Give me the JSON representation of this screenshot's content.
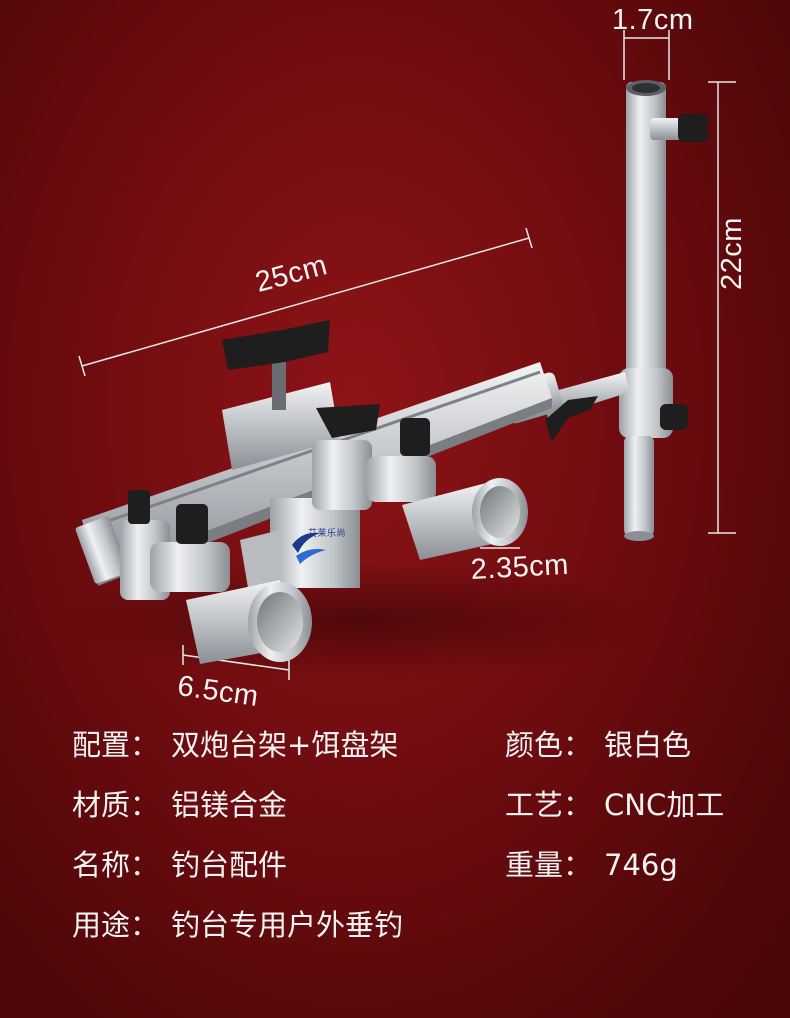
{
  "dimensions": {
    "top_width": "1.7cm",
    "length": "25cm",
    "height": "22cm",
    "small_tube": "2.35cm",
    "large_tube": "6.5cm"
  },
  "logo_text": "艾莱乐尚",
  "specs": {
    "config": {
      "label": "配置：",
      "value": "双炮台架+饵盘架"
    },
    "material": {
      "label": "材质：",
      "value": "铝镁合金"
    },
    "name": {
      "label": "名称：",
      "value": "钓台配件"
    },
    "usage": {
      "label": "用途：",
      "value": "钓台专用户外垂钓"
    },
    "color": {
      "label": "颜色：",
      "value": "银白色"
    },
    "craft": {
      "label": "工艺：",
      "value": "CNC加工"
    },
    "weight": {
      "label": "重量：",
      "value": "746g"
    }
  },
  "colors": {
    "background": "#7a0e12",
    "metal": "#c9cbce",
    "knob": "#1e1e1e",
    "text": "#f2f2f2"
  }
}
